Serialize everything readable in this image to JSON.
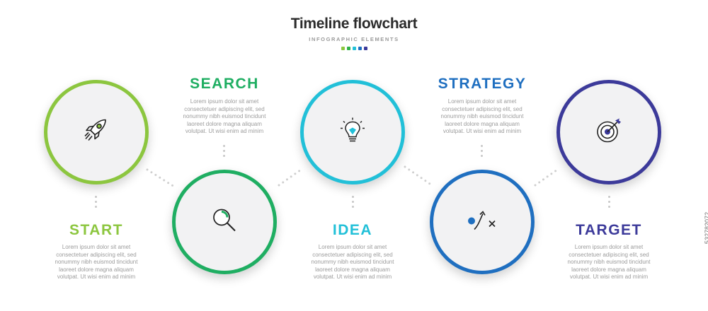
{
  "header": {
    "title": "Timeline flowchart",
    "subtitle": "INFOGRAPHIC ELEMENTS",
    "dot_colors": [
      "#8cc63f",
      "#2fb34a",
      "#22c0d8",
      "#1f6fc0",
      "#3c3a9a"
    ]
  },
  "steps": [
    {
      "label": "START",
      "color": "#8cc63f",
      "icon": "rocket-icon",
      "text": [
        "Lorem ipsum dolor sit amet",
        "consectetuer adipiscing elit, sed",
        "nonummy nibh euismod tincidunt",
        "laoreet dolore magna aliquam",
        "volutpat. Ut wisi enim ad minim"
      ]
    },
    {
      "label": "SEARCH",
      "color": "#1fae62",
      "icon": "magnifier-icon",
      "text": [
        "Lorem ipsum dolor sit amet",
        "consectetuer adipiscing elit, sed",
        "nonummy nibh euismod tincidunt",
        "laoreet dolore magna aliquam",
        "volutpat. Ut wisi enim ad minim"
      ]
    },
    {
      "label": "IDEA",
      "color": "#22c0d8",
      "icon": "lightbulb-icon",
      "text": [
        "Lorem ipsum dolor sit amet",
        "consectetuer adipiscing elit, sed",
        "nonummy nibh euismod tincidunt",
        "laoreet dolore magna aliquam",
        "volutpat. Ut wisi enim ad minim"
      ]
    },
    {
      "label": "STRATEGY",
      "color": "#1f6fc0",
      "icon": "strategy-play-icon",
      "text": [
        "Lorem ipsum dolor sit amet",
        "consectetuer adipiscing elit, sed",
        "nonummy nibh euismod tincidunt",
        "laoreet dolore magna aliquam",
        "volutpat. Ut wisi enim ad minim"
      ]
    },
    {
      "label": "TARGET",
      "color": "#3c3a9a",
      "icon": "target-icon",
      "text": [
        "Lorem ipsum dolor sit amet",
        "consectetuer adipiscing elit, sed",
        "nonummy nibh euismod tincidunt",
        "laoreet dolore magna aliquam",
        "volutpat. Ut wisi enim ad minim"
      ]
    }
  ],
  "watermark": "532782072"
}
